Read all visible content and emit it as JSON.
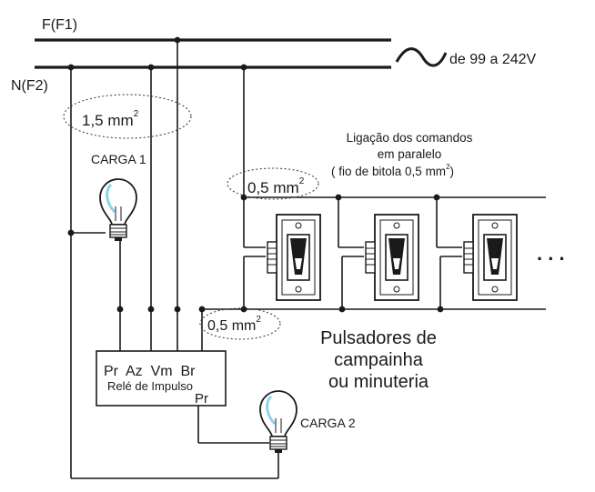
{
  "labels": {
    "phase": "F(F1)",
    "neutral": "N(F2)",
    "voltage": "de 99 a 242V",
    "wire_a": "1,5 mm",
    "wire_a_exp": "2",
    "load1": "CARGA 1",
    "cmd_line1": "Ligação dos comandos",
    "cmd_line2": "em paralelo",
    "cmd_line3": "( fio de bitola  0,5 mm",
    "cmd_line3_exp": "2",
    "cmd_line3_end": ")",
    "wire_b": "0,5 mm",
    "wire_b_exp": "2",
    "wire_c": "0,5 mm",
    "wire_c_exp": "2",
    "relay_terminals": "Pr  Az  Vm  Br",
    "relay_name": "Relé de Impulso",
    "relay_out": "Pr",
    "load2": "CARGA 2",
    "push_line1": "Pulsadores de",
    "push_line2": "campainha",
    "push_line3": "ou minuteria",
    "more": ". . ."
  },
  "colors": {
    "line": "#1a1a1a",
    "bulb_highlight": "#8fd3ea"
  }
}
